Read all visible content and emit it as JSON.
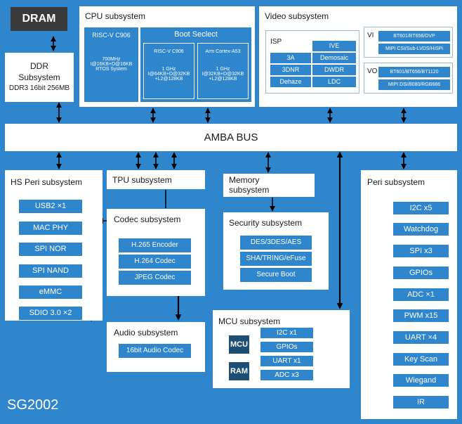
{
  "chip_name": "SG2002",
  "dram": "DRAM",
  "ddr": {
    "title": "DDR",
    "subtitle": "Subsystem",
    "spec": "DDR3 16bit 256MB"
  },
  "cpu": {
    "title": "CPU subsystem",
    "riscv_main": {
      "label": "RISC-V C906",
      "desc1": "700MHz",
      "desc2": "I@16KB+D@16KB",
      "desc3": "RTOS System"
    },
    "boot": {
      "label": "Boot Seclect",
      "riscv": {
        "label": "RISC-V C906",
        "desc1": "1 GHz",
        "desc2": "I@64KB+D@32KB",
        "desc3": "+L2@128KB"
      },
      "arm": {
        "label": "Arm Cortex-A53",
        "desc1": "1 GHz",
        "desc2": "I@32KB+D@32KB",
        "desc3": "+L2@128KB"
      }
    }
  },
  "video": {
    "title": "Video subsystem",
    "isp_label": "ISP",
    "isp_blocks": [
      "IVE",
      "3A",
      "Demosaic",
      "3DNR",
      "DWDR",
      "Dehaze",
      "LDC"
    ],
    "vi_label": "VI",
    "vi_items": [
      "BT601/BT656/DVP",
      "MIPI CSI/Sub-LVDS/HiSPi"
    ],
    "vo_label": "VO",
    "vo_items": [
      "BT601/BT656/BT1120",
      "MIPI DSI/8080/RGB666"
    ]
  },
  "bus": "AMBA BUS",
  "hs_peri": {
    "title": "HS Peri subsystem",
    "items": [
      "USB2 ×1",
      "MAC PHY",
      "SPI NOR",
      "SPI NAND",
      "eMMC",
      "SDIO 3.0 ×2"
    ]
  },
  "tpu": {
    "title": "TPU subsystem"
  },
  "codec": {
    "title": "Codec subsystem",
    "items": [
      "H.265 Encoder",
      "H.264 Codec",
      "JPEG Codec"
    ]
  },
  "audio": {
    "title": "Audio subsystem",
    "items": [
      "16bit Audio Codec"
    ]
  },
  "memory": {
    "title1": "Memory",
    "title2": "subsystem"
  },
  "security": {
    "title": "Security subsystem",
    "items": [
      "DES/3DES/AES",
      "SHA/TRING/eFuse",
      "Secure Boot"
    ]
  },
  "mcu": {
    "title": "MCU subsystem",
    "mcu_label": "MCU",
    "ram_label": "RAM",
    "items": [
      "I2C x1",
      "GPIOs",
      "UART x1",
      "ADC x3"
    ]
  },
  "peri": {
    "title": "Peri subsystem",
    "items": [
      "I2C x5",
      "Watchdog",
      "SPI x3",
      "GPIOs",
      "ADC ×1",
      "PWM x15",
      "UART ×4",
      "Key Scan",
      "Wiegand",
      "IR"
    ]
  },
  "colors": {
    "background": "#2f86cc",
    "block": "#2f86cc",
    "dark": "#3a3a3a",
    "mcu_dark": "#1d4f74"
  }
}
